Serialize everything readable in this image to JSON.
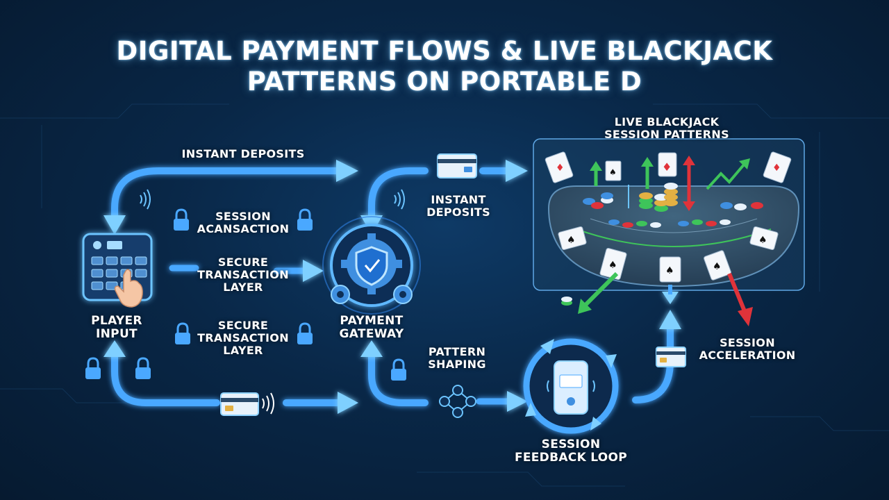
{
  "title": {
    "line1": "DIGITAL PAYMENT FLOWS & LIVE BLACKJACK",
    "line2": "PATTERNS ON PORTABLE D"
  },
  "labels": {
    "instant_deposits_top": "INSTANT DEPOSITS",
    "instant_deposits_right": {
      "line1": "INSTANT",
      "line2": "DEPOSITS"
    },
    "session_transaction": {
      "line1": "SESSION",
      "line2": "ACANSACTION"
    },
    "secure_layer_1": {
      "line1": "SECURE",
      "line2": "TRANSACTION",
      "line3": "LAYER"
    },
    "secure_layer_2": {
      "line1": "SECURE",
      "line2": "TRANSACTION",
      "line3": "LAYER"
    },
    "player_input": {
      "line1": "PLAYER",
      "line2": "INPUT"
    },
    "payment_gateway": {
      "line1": "PAYMENT",
      "line2": "GATEWAY"
    },
    "pattern_shaping": {
      "line1": "PATTERN",
      "line2": "SHAPING"
    },
    "blackjack_patterns": {
      "line1": "LIVE BLACKJACK",
      "line2": "SESSION PATTERNS"
    },
    "session_acceleration": {
      "line1": "SESSION",
      "line2": "ACCELERATION"
    },
    "feedback_loop": {
      "line1": "SESSION",
      "line2": "FEEDBACK LOOP"
    }
  },
  "icons": [
    "keypad-icon",
    "hand-icon",
    "shield-icon",
    "gear-icon",
    "lock-icon",
    "credit-card-icon",
    "wifi-icon",
    "phone-icon",
    "network-icon",
    "playing-card-icon",
    "chip-icon",
    "arrow-up-icon",
    "arrow-down-icon",
    "trend-up-icon"
  ],
  "colors": {
    "background": "#071d36",
    "flow_arrow": "#4aa8ff",
    "glow": "#7fd0ff",
    "green_arrow": "#3ec45a",
    "red_arrow": "#e0333a",
    "table_felt": "#2e4f6b"
  }
}
